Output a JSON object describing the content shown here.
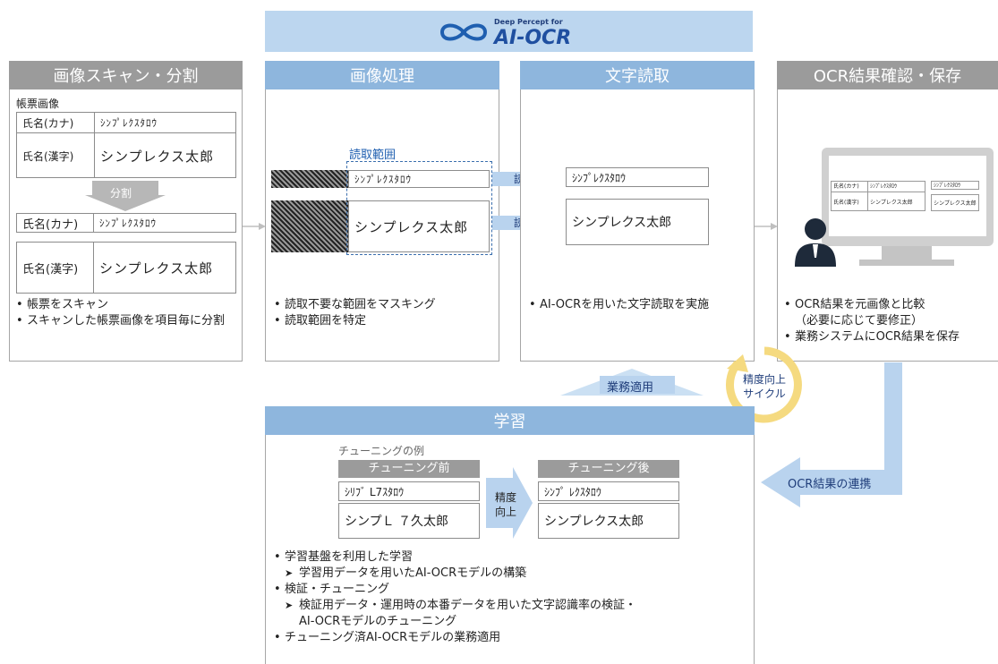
{
  "logo": {
    "small": "Deep Percept for",
    "large": "AI-OCR"
  },
  "scan": {
    "header": "画像スキャン・分割",
    "doc_label": "帳票画像",
    "kana_label": "氏名(カナ)",
    "kana_value": "ｼﾝﾌﾟﾚｸｽﾀﾛｳ",
    "kanji_label": "氏名(漢字)",
    "kanji_value": "シンプレクス太郎",
    "split_label": "分割",
    "bullets": [
      "帳票をスキャン",
      "スキャンした帳票画像を項目毎に分割"
    ]
  },
  "process": {
    "header": "画像処理",
    "range_label": "読取範囲",
    "kana_value": "ｼﾝﾌﾟﾚｸｽﾀﾛｳ",
    "kanji_value": "シンプレクス太郎",
    "read_label_1": "読取",
    "read_label_2": "読取",
    "bullets": [
      "読取不要な範囲をマスキング",
      "読取範囲を特定"
    ]
  },
  "read": {
    "header": "文字読取",
    "kana_result": "ｼﾝﾌﾟﾚｸｽﾀﾛｳ",
    "kanji_result": "シンプレクス太郎",
    "bullets": [
      "AI-OCRを用いた文字読取を実施"
    ]
  },
  "confirm": {
    "header": "OCR結果確認・保存",
    "screen_kana_label": "氏名(カナ)",
    "screen_kana_value": "ｼﾝﾌﾟﾚｸｽﾀﾛｳ",
    "screen_kana_result": "ｼﾝﾌﾟﾚｸｽﾀﾛｳ",
    "screen_kanji_label": "氏名(漢字)",
    "screen_kanji_value": "シンプレクス太郎",
    "screen_kanji_result": "シンプレクス太郎",
    "bullet_1": "OCR結果を元画像と比較",
    "bullet_1b": "（必要に応じて要修正）",
    "bullet_2": "業務システムにOCR結果を保存"
  },
  "cycle": {
    "line1": "精度向上",
    "line2": "サイクル"
  },
  "apply_label": "業務適用",
  "link_label": "OCR結果の連携",
  "learn": {
    "header": "学習",
    "example_label": "チューニングの例",
    "before_header": "チューニング前",
    "before_kana": "ｼﾘﾌﾞ L7ｽﾀﾛｳ",
    "before_kanji": "シンプＬ ７久太郎",
    "improve_1": "精度",
    "improve_2": "向上",
    "after_header": "チューニング後",
    "after_kana": "ｼﾝﾌﾟ ﾚｸｽﾀﾛｳ",
    "after_kanji": "シンプレクス太郎",
    "b1": "学習基盤を利用した学習",
    "b1_sub": "学習用データを用いたAI-OCRモデルの構築",
    "b2": "検証・チューニング",
    "b2_sub1": "検証用データ・運用時の本番データを用いた文字認識率の検証・",
    "b2_sub2": "AI-OCRモデルのチューニング",
    "b3": "チューニング済AI-OCRモデルの業務適用"
  }
}
